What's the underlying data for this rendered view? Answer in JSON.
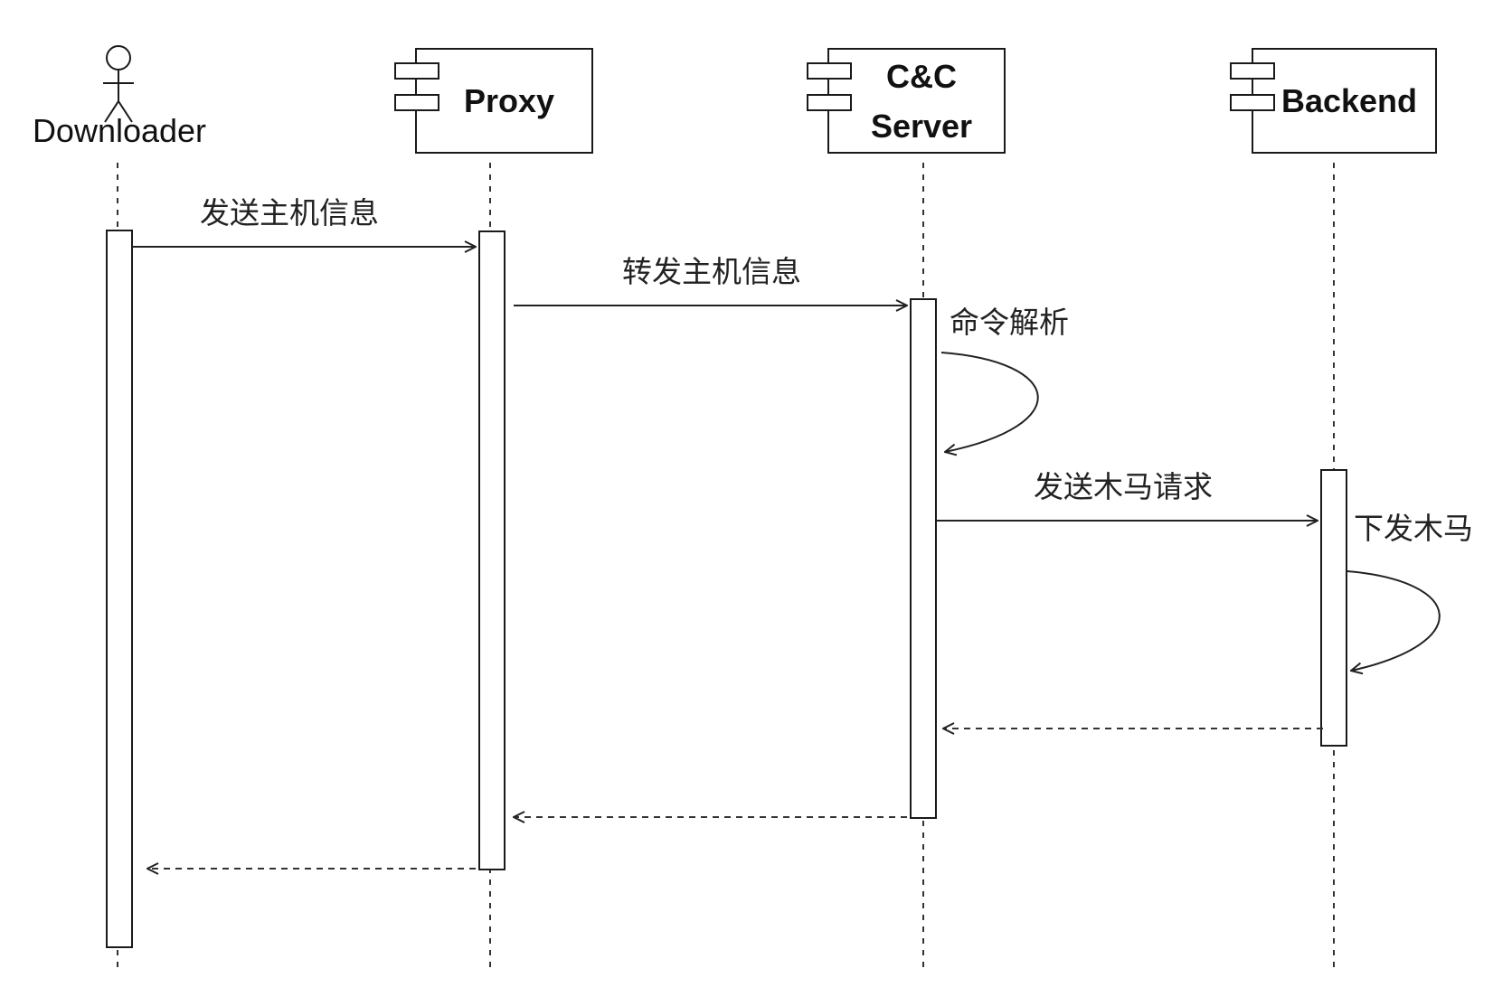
{
  "participants": {
    "downloader": {
      "name": "Downloader",
      "kind": "actor"
    },
    "proxy": {
      "name": "Proxy",
      "kind": "component"
    },
    "cc_server": {
      "name_line1": "C&C",
      "name_line2": "Server",
      "kind": "component"
    },
    "backend": {
      "name": "Backend",
      "kind": "component"
    }
  },
  "messages": {
    "send_host_info": "发送主机信息",
    "forward_host_info": "转发主机信息",
    "command_parse": "命令解析",
    "send_trojan_request": "发送木马请求",
    "deliver_trojan": "下发木马"
  },
  "icons": [
    "actor-stick-figure-icon",
    "component-icon"
  ]
}
